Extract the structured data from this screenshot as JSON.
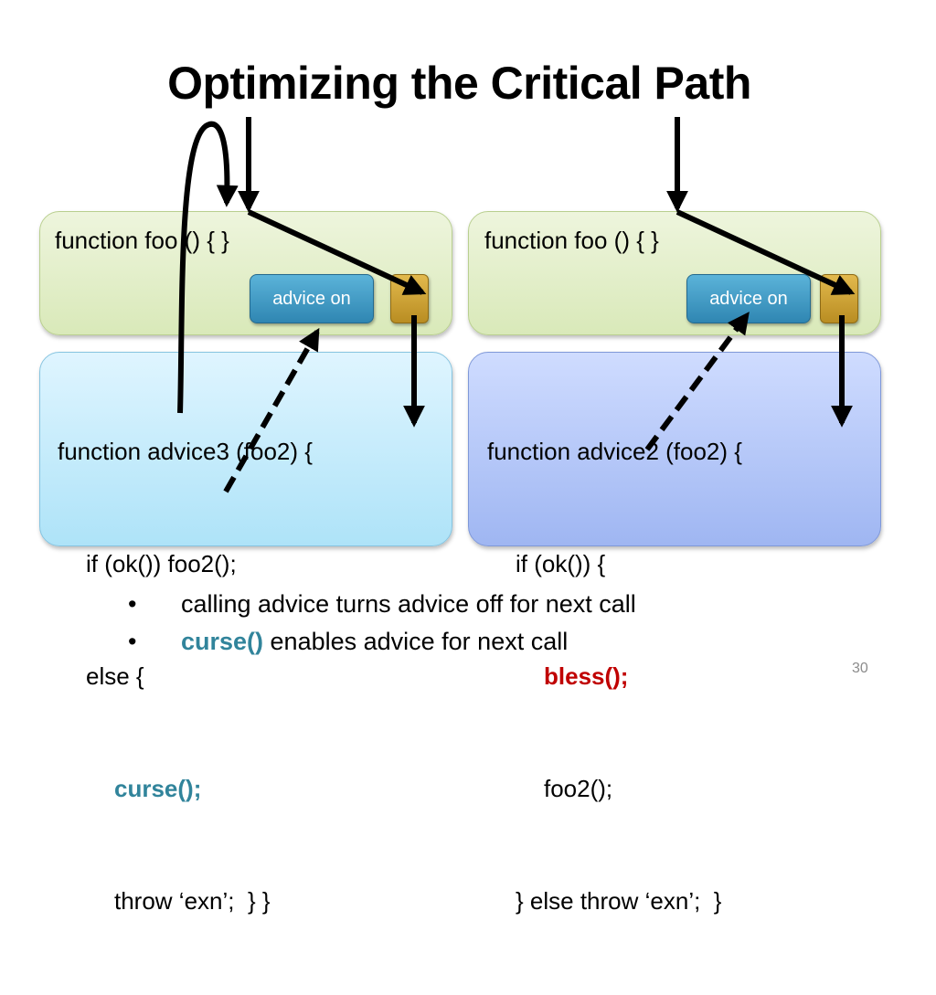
{
  "title": "Optimizing the Critical Path",
  "left": {
    "top_code": "function foo () { }",
    "advice_button": "advice on",
    "code": {
      "line1": "function advice3 (foo2) {",
      "line2": "if (ok()) foo2();",
      "line3": "else {",
      "line4_highlight": "curse();",
      "line5": "throw ‘exn’;  } }"
    }
  },
  "right": {
    "top_code": "function foo () { }",
    "advice_button": "advice on",
    "code": {
      "line1": "function advice2 (foo2) {",
      "line2": "if (ok()) {",
      "line3_highlight": "bless();",
      "line4": "foo2();",
      "line5": "} else throw ‘exn’;  }"
    }
  },
  "bullets": [
    {
      "bullet": "•",
      "text": "calling advice turns advice off for next call"
    },
    {
      "bullet": "•",
      "highlight": "curse()",
      "text": " enables advice for next call"
    }
  ],
  "page_number": "30",
  "colors": {
    "curse_highlight": "#31849b",
    "bless_highlight": "#c00000",
    "top_panel": "#d9e9b9",
    "left_bottom_panel": "#aee3f8",
    "right_bottom_panel": "#9fb6f2",
    "advice_button": "#3b97c4",
    "gold_box": "#d4a73a"
  }
}
